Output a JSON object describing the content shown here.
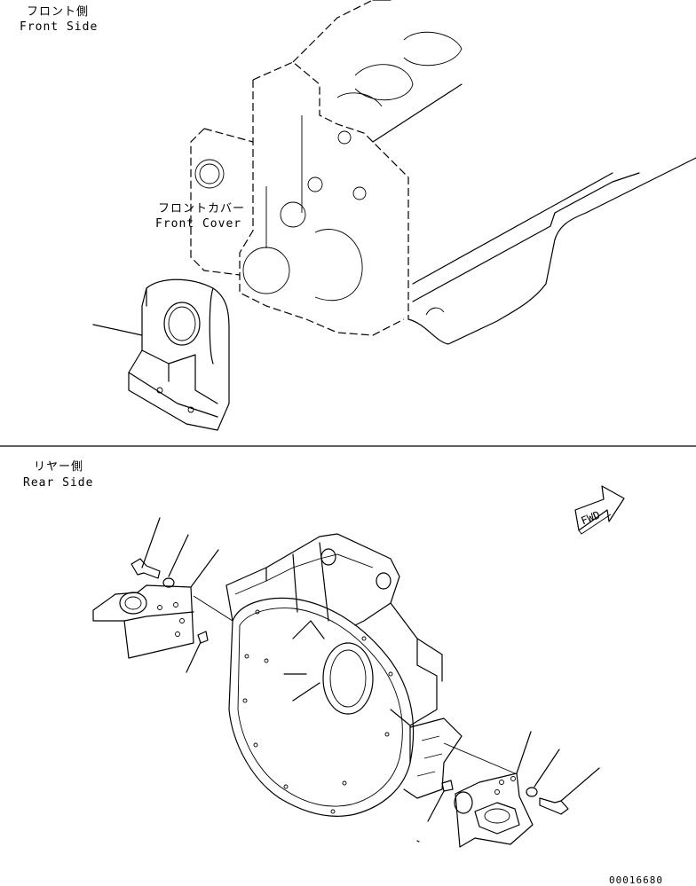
{
  "front": {
    "title_jp": "フロント側",
    "title_en": "Front Side"
  },
  "front_cover": {
    "jp": "フロントカバー",
    "en": "Front Cover"
  },
  "rear": {
    "title_jp": "リヤー側",
    "title_en": "Rear Side"
  },
  "fwd_arrow": {
    "label": "FWD"
  },
  "figure_id": "00016680"
}
